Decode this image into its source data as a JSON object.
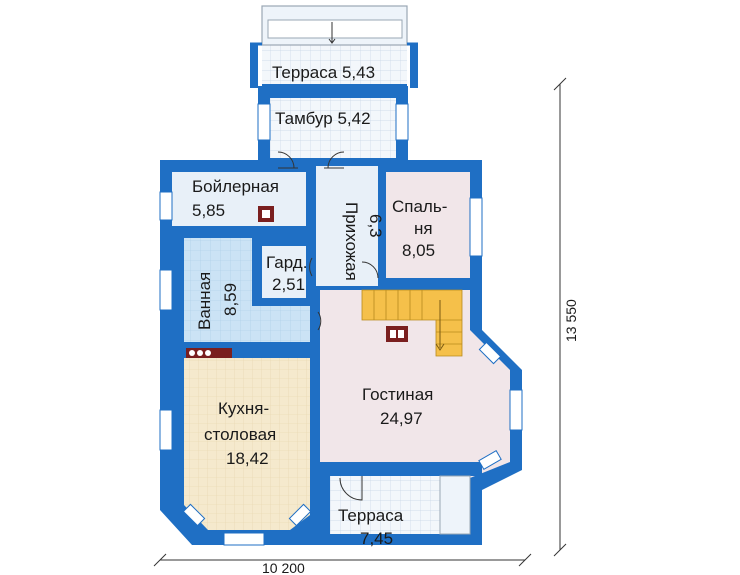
{
  "rooms": {
    "terrace_top": {
      "name": "Терраса",
      "area": "5,43"
    },
    "tambur": {
      "name": "Тамбур",
      "area": "5,42"
    },
    "boiler": {
      "name": "Бойлерная",
      "area": "5,85"
    },
    "hall": {
      "name": "Прихожая",
      "area": "6,3"
    },
    "bedroom": {
      "name_line1": "Спаль-",
      "name_line2": "ня",
      "area": "8,05"
    },
    "wardrobe": {
      "name": "Гард.",
      "area": "2,51"
    },
    "bathroom": {
      "name": "Ванная",
      "area": "8,59"
    },
    "kitchen": {
      "name_line1": "Кухня-",
      "name_line2": "столовая",
      "area": "18,42"
    },
    "living": {
      "name": "Гостиная",
      "area": "24,97"
    },
    "terrace_bottom": {
      "name": "Терраса",
      "area": "7,45"
    }
  },
  "dimensions": {
    "width": "10 200",
    "height": "13 550"
  },
  "colors": {
    "wall": "#1f6fc4",
    "window": "#ffffff",
    "tile_floor": "#c9e2f4",
    "kitchen_floor": "#f4e8cc",
    "living_floor": "#f1e6e9",
    "utility_floor": "#e8f0f8",
    "terrace_floor": "#f3f7fb",
    "stairs": "#f5c04a"
  }
}
